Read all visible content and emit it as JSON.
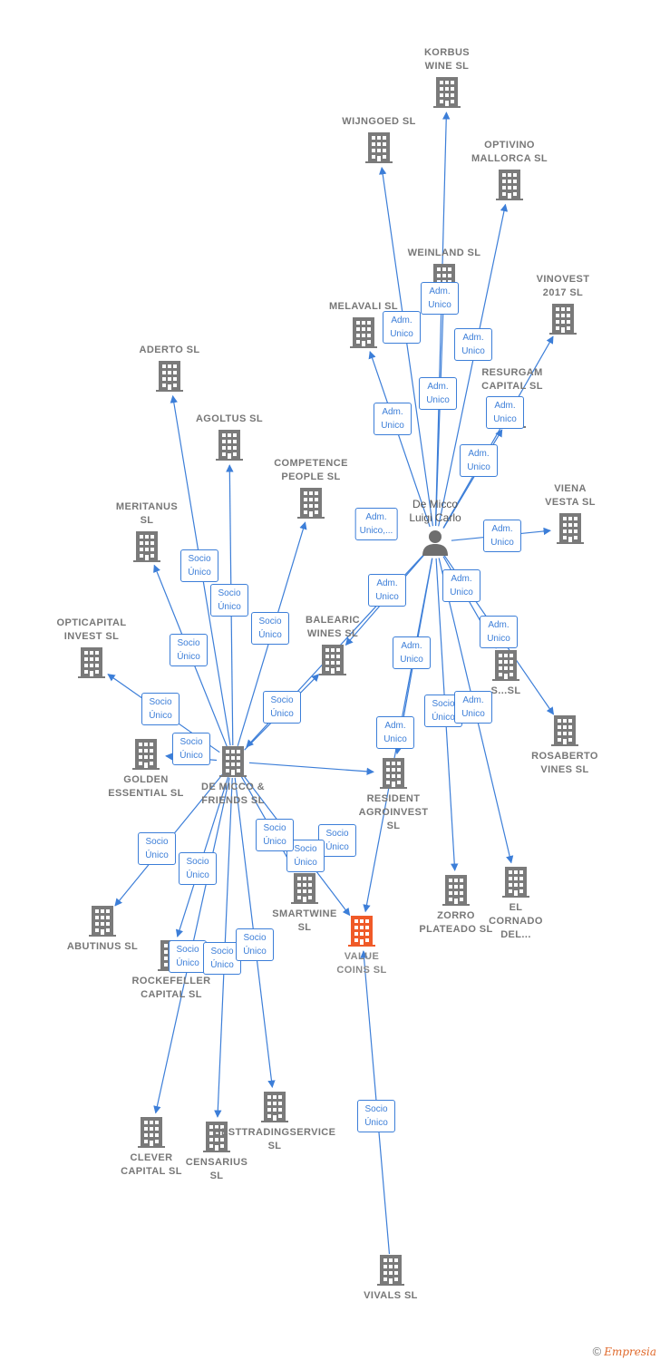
{
  "colors": {
    "edge": "#3c7ed8",
    "company": "#7a7a7a",
    "target": "#f05a28",
    "person": "#6e6e6e",
    "label": "#777777"
  },
  "nodes": [
    {
      "id": "korbus",
      "label": "KORBUS\nWINE SL",
      "type": "company"
    },
    {
      "id": "wijngoed",
      "label": "WIJNGOED SL",
      "type": "company"
    },
    {
      "id": "optivino",
      "label": "OPTIVINO\nMALLORCA SL",
      "type": "company"
    },
    {
      "id": "weinland",
      "label": "WEINLAND SL",
      "type": "company"
    },
    {
      "id": "vinovest",
      "label": "VINOVEST\n2017 SL",
      "type": "company"
    },
    {
      "id": "melavali",
      "label": "MELAVALI SL",
      "type": "company"
    },
    {
      "id": "resurgam",
      "label": "RESURGAM\nCAPITAL SL",
      "type": "company"
    },
    {
      "id": "aderto",
      "label": "ADERTO SL",
      "type": "company"
    },
    {
      "id": "agoltus",
      "label": "AGOLTUS SL",
      "type": "company"
    },
    {
      "id": "competence",
      "label": "COMPETENCE\nPEOPLE SL",
      "type": "company"
    },
    {
      "id": "person",
      "label": "De Micco\nLuigi Carlo",
      "type": "person"
    },
    {
      "id": "vienavesta",
      "label": "VIENA\nVESTA SL",
      "type": "company"
    },
    {
      "id": "meritanus",
      "label": "MERITANUS\nSL",
      "type": "company"
    },
    {
      "id": "balearic",
      "label": "BALEARIC\nWINES SL",
      "type": "company"
    },
    {
      "id": "sl_right",
      "label": "S...SL",
      "type": "company"
    },
    {
      "id": "opticapital",
      "label": "OPTICAPITAL\nINVEST SL",
      "type": "company"
    },
    {
      "id": "rosaberto",
      "label": "ROSABERTO\nVINES SL",
      "type": "company"
    },
    {
      "id": "golden",
      "label": "GOLDEN\nESSENTIAL SL",
      "type": "company"
    },
    {
      "id": "demiccofriends",
      "label": "DE MICCO &\nFRIENDS SL",
      "type": "company"
    },
    {
      "id": "resident",
      "label": "RESIDENT\nAGROINVEST\nSL",
      "type": "company"
    },
    {
      "id": "smartwine",
      "label": "SMARTWINE\nSL",
      "type": "company"
    },
    {
      "id": "zorro",
      "label": "ZORRO\nPLATEADO SL",
      "type": "company"
    },
    {
      "id": "elcornado",
      "label": "EL\nCORNADO\nDEL...",
      "type": "company"
    },
    {
      "id": "abutinus",
      "label": "ABUTINUS SL",
      "type": "company"
    },
    {
      "id": "valuecoins",
      "label": "VALUE\nCOINS SL",
      "type": "target"
    },
    {
      "id": "rockefeller",
      "label": "ROCKEFELLER\nCAPITAL SL",
      "type": "company"
    },
    {
      "id": "clever",
      "label": "CLEVER\nCAPITAL SL",
      "type": "company"
    },
    {
      "id": "censarius",
      "label": "CENSARIUS\nSL",
      "type": "company"
    },
    {
      "id": "besttrading",
      "label": "BESTTRADINGSERVICE\nSL",
      "type": "company"
    },
    {
      "id": "vivals",
      "label": "VIVALS SL",
      "type": "company"
    }
  ],
  "edges": [
    {
      "from": "person",
      "to": "korbus",
      "label": "Adm.\nUnico"
    },
    {
      "from": "person",
      "to": "wijngoed",
      "label": "Adm.\nUnico"
    },
    {
      "from": "person",
      "to": "optivino",
      "label": "Adm.\nUnico"
    },
    {
      "from": "person",
      "to": "weinland",
      "label": "Adm.\nUnico"
    },
    {
      "from": "person",
      "to": "melavali",
      "label": "Adm.\nUnico"
    },
    {
      "from": "person",
      "to": "vinovest",
      "label": "Adm.\nUnico"
    },
    {
      "from": "person",
      "to": "resurgam",
      "label": "Adm.\nUnico"
    },
    {
      "from": "person",
      "to": "demiccofriends",
      "label": "Adm.\nUnico,..."
    },
    {
      "from": "person",
      "to": "vienavesta",
      "label": "Adm.\nUnico"
    },
    {
      "from": "person",
      "to": "balearic",
      "label": "Adm.\nUnico"
    },
    {
      "from": "person",
      "to": "sl_right",
      "label": "Adm.\nUnico"
    },
    {
      "from": "person",
      "to": "rosaberto",
      "label": "Adm.\nUnico"
    },
    {
      "from": "person",
      "to": "resident",
      "label": "Adm.\nUnico"
    },
    {
      "from": "person",
      "to": "valuecoins",
      "label": "Adm.\nUnico"
    },
    {
      "from": "person",
      "to": "zorro",
      "label": "Socio\nÚnico"
    },
    {
      "from": "person",
      "to": "elcornado",
      "label": "Adm.\nUnico"
    },
    {
      "from": "demiccofriends",
      "to": "aderto",
      "label": "Socio\nÚnico"
    },
    {
      "from": "demiccofriends",
      "to": "agoltus",
      "label": "Socio\nÚnico"
    },
    {
      "from": "demiccofriends",
      "to": "competence",
      "label": "Socio\nÚnico"
    },
    {
      "from": "demiccofriends",
      "to": "meritanus",
      "label": "Socio\nÚnico"
    },
    {
      "from": "demiccofriends",
      "to": "balearic",
      "label": "Socio\nÚnico"
    },
    {
      "from": "demiccofriends",
      "to": "opticapital",
      "label": "Socio\nÚnico"
    },
    {
      "from": "demiccofriends",
      "to": "golden",
      "label": "Socio\nÚnico"
    },
    {
      "from": "demiccofriends",
      "to": "resident",
      "label": "Socio\nÚnico"
    },
    {
      "from": "demiccofriends",
      "to": "smartwine",
      "label": "Socio\nÚnico"
    },
    {
      "from": "demiccofriends",
      "to": "valuecoins",
      "label": "Socio\nÚnico"
    },
    {
      "from": "demiccofriends",
      "to": "abutinus",
      "label": "Socio\nÚnico"
    },
    {
      "from": "demiccofriends",
      "to": "rockefeller",
      "label": "Socio\nÚnico"
    },
    {
      "from": "demiccofriends",
      "to": "clever",
      "label": "Socio\nÚnico"
    },
    {
      "from": "demiccofriends",
      "to": "censarius",
      "label": "Socio\nÚnico"
    },
    {
      "from": "demiccofriends",
      "to": "besttrading",
      "label": "Socio\nÚnico"
    },
    {
      "from": "vivals",
      "to": "valuecoins",
      "label": "Socio\nÚnico"
    }
  ],
  "footer": {
    "copyright": "©",
    "brand": "Empresia"
  }
}
